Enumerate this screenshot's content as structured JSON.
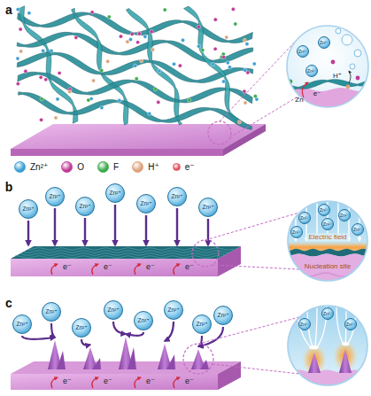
{
  "diagram": {
    "nodes": [
      {
        "text": [
          "Zn²⁺"
        ]
      },
      {
        "text": [
          "Zn²⁺"
        ]
      },
      {
        "text": [
          "Zn²⁺"
        ]
      },
      {
        "text": [
          "Zn²⁺"
        ]
      },
      {
        "text": [
          "Zn²⁺"
        ]
      },
      {
        "text": [
          "Zn²⁺"
        ]
      },
      {
        "text": [
          "Zn²⁺"
        ]
      },
      {
        "text": [
          "Zn²⁺"
        ]
      },
      {
        "text": [
          "Zn²⁺"
        ]
      },
      {
        "text": [
          "Zn²⁺"
        ]
      },
      {
        "text": [
          "Zn²⁺"
        ]
      },
      {
        "text": [
          "Zn²⁺"
        ]
      },
      {
        "text": [
          "Zn²⁺"
        ]
      },
      {
        "text": [
          "Zn²⁺"
        ]
      },
      {
        "text": [
          "Zn²⁺"
        ]
      },
      {
        "text": [
          "Zn²⁺"
        ]
      },
      {
        "text": [
          "Zn²⁺"
        ]
      },
      {
        "text": [
          "Zn²⁺"
        ]
      },
      {
        "text": [
          "Zn²⁺"
        ]
      },
      {
        "text": [
          "Zn²⁺"
        ]
      },
      {
        "text": [
          "Zn²⁺"
        ]
      },
      {
        "text": [
          "Zn²⁺"
        ]
      },
      {
        "text": [
          "Zn²⁺"
        ]
      },
      {
        "text": [
          "Zn²⁺"
        ]
      },
      {
        "text": [
          "Zn²⁺"
        ]
      },
      {
        "text": [
          "Zn²⁺"
        ]
      },
      {
        "text": [
          "Zn²⁺"
        ]
      }
    ],
    "labels": [
      "a",
      "H⁺",
      "e⁻",
      "Zn",
      "b",
      "Electric field",
      "Nucleation site",
      "e⁻",
      "e⁻",
      "e⁻",
      "e⁻",
      "c",
      "e⁻",
      "e⁻",
      "e⁻",
      "e⁻"
    ],
    "legend": [
      {
        "text": "Zn²⁺",
        "color": "#3c9fd3"
      },
      {
        "text": "O",
        "color": "#c03a96"
      },
      {
        "text": "F",
        "color": "#3bab4a"
      },
      {
        "text": "H⁺",
        "color": "#dca27a"
      },
      {
        "text": "e⁻",
        "color": "#e25561"
      }
    ]
  }
}
